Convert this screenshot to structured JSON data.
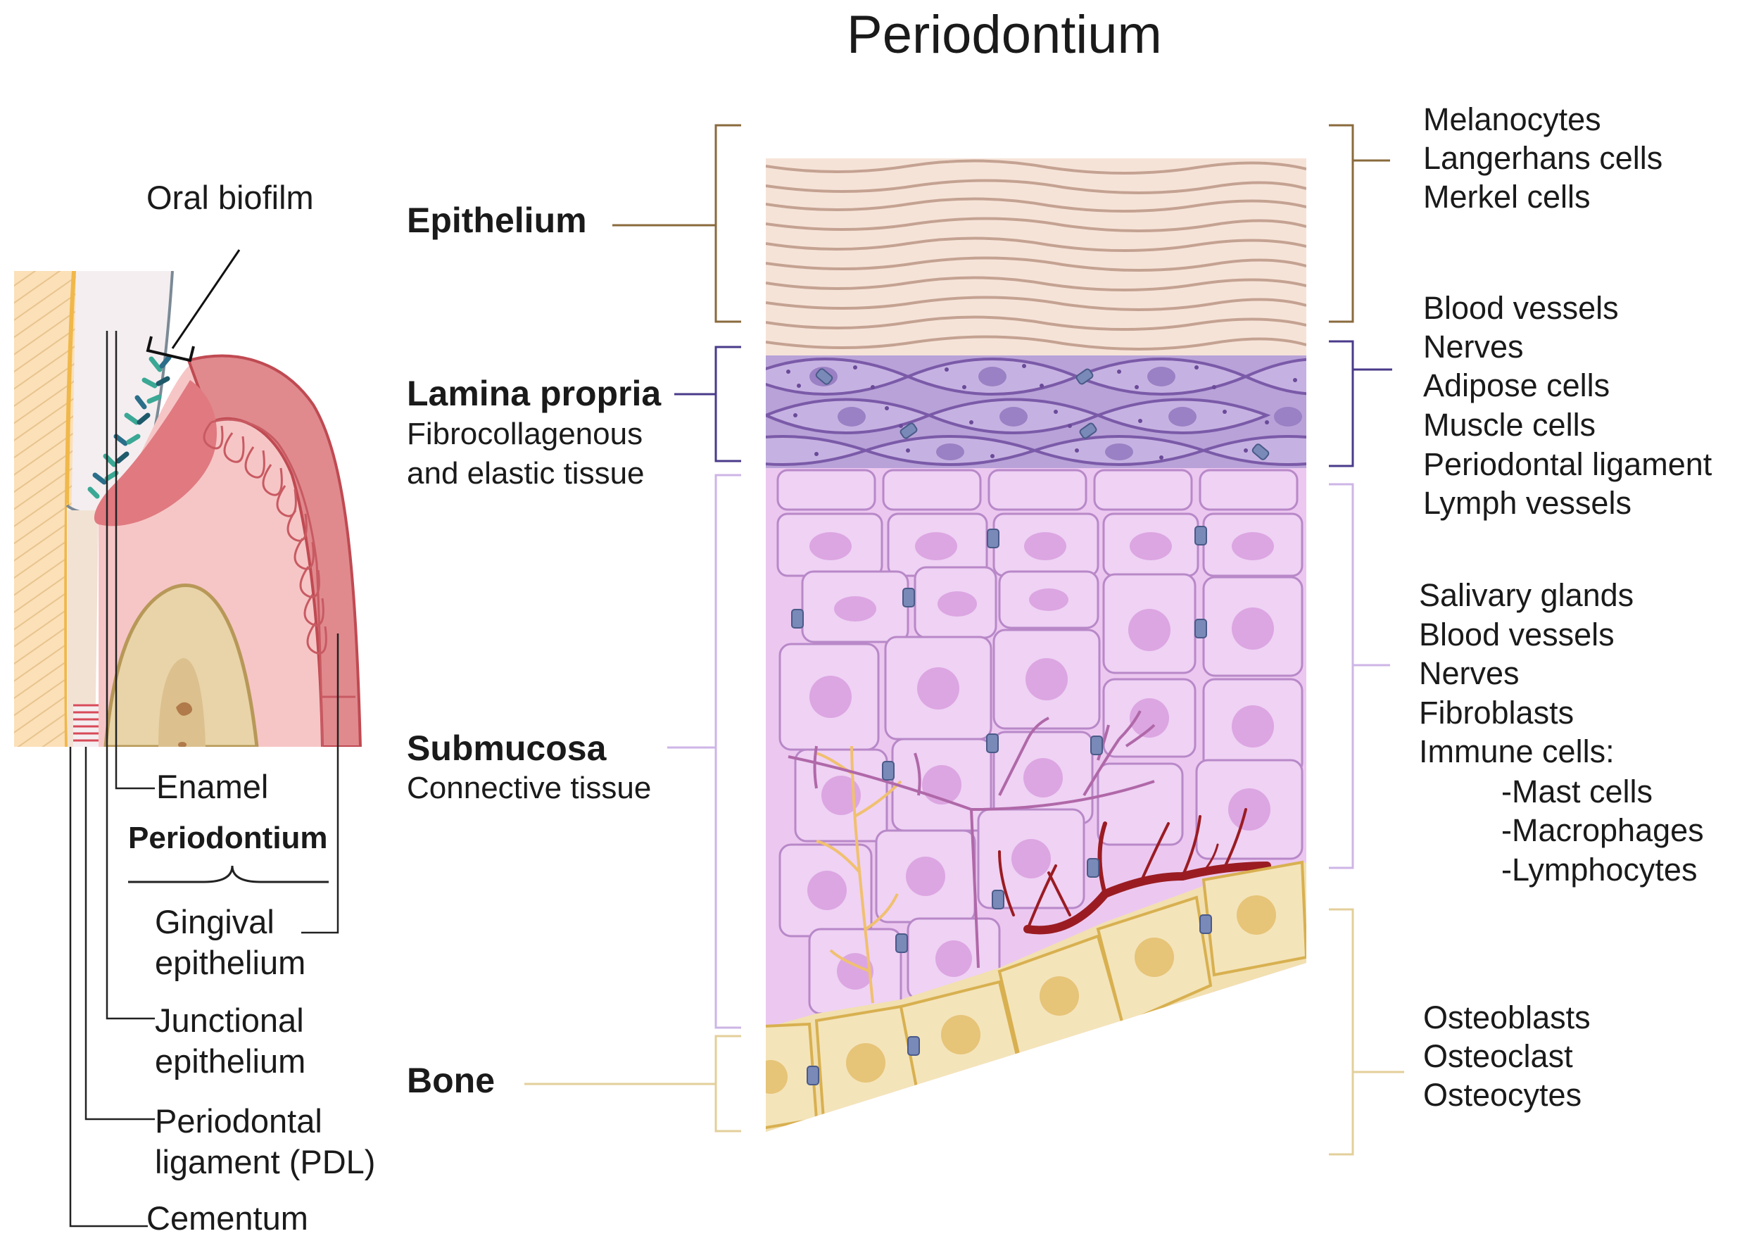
{
  "title": "Periodontium",
  "tooth_panel": {
    "oral_biofilm": "Oral biofilm",
    "enamel": "Enamel",
    "periodontium": "Periodontium",
    "gingival_epithelium": [
      "Gingival",
      "epithelium"
    ],
    "junctional_epithelium": [
      "Junctional",
      "epithelium"
    ],
    "periodontal_ligament": [
      "Periodontal",
      "ligament (PDL)"
    ],
    "cementum": "Cementum"
  },
  "layers": [
    {
      "name": "Epithelium",
      "sub": [],
      "bracket_color": "#8a6a3c",
      "cells": [
        "Melanocytes",
        "Langerhans cells",
        "Merkel cells"
      ]
    },
    {
      "name": "Lamina propria",
      "sub": [
        "Fibrocollagenous",
        "and elastic tissue"
      ],
      "bracket_color": "#4a3a8a",
      "cells": [
        "Blood vessels",
        "Nerves",
        "Adipose cells",
        "Muscle cells",
        "Periodontal ligament",
        "Lymph vessels"
      ]
    },
    {
      "name": "Submucosa",
      "sub": [
        "Connective tissue"
      ],
      "bracket_color": "#cdb5e6",
      "cells": [
        "Salivary glands",
        "Blood vessels",
        "Nerves",
        "Fibroblasts",
        "Immune cells:",
        "-Mast cells",
        "-Macrophages",
        "-Lymphocytes"
      ]
    },
    {
      "name": "Bone",
      "sub": [],
      "bracket_color": "#e3cf9a",
      "cells": [
        "Osteoblasts",
        "Osteoclast",
        "Osteocytes"
      ]
    }
  ],
  "colors": {
    "epithelium_fill": "#f6e3d8",
    "epithelium_line": "#c4a292",
    "lamina_fill": "#b8a2d8",
    "lamina_line": "#7a5aa8",
    "submucosa_fill": "#ecc8f0",
    "submucosa_line": "#b888c8",
    "bone_fill": "#f2e0b0",
    "bone_line": "#d8b050",
    "gingiva_red": "#e08a8e",
    "vessel_red": "#9a1c22",
    "nerve_yellow": "#f0c070"
  }
}
